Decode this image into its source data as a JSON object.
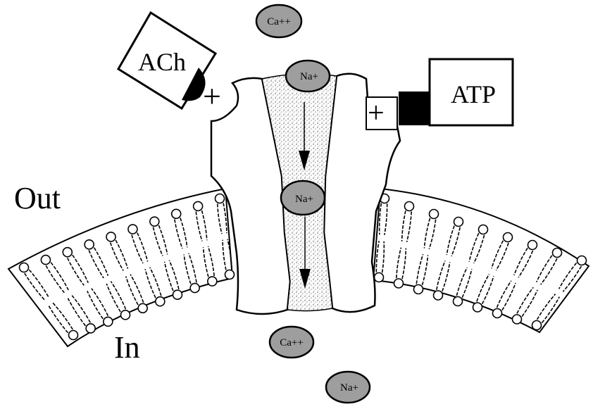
{
  "labels": {
    "out": "Out",
    "in": "In",
    "ach": "ACh",
    "atp": "ATP",
    "plus_ach": "+",
    "plus_atp": "+"
  },
  "ions": [
    {
      "id": "ca-top",
      "label": "Ca++"
    },
    {
      "id": "na-entry",
      "label": "Na+"
    },
    {
      "id": "na-pore",
      "label": "Na+"
    },
    {
      "id": "ca-bottom",
      "label": "Ca++"
    },
    {
      "id": "na-bottom",
      "label": "Na+"
    }
  ],
  "colors": {
    "ion_fill": "#9e9e9e",
    "outline": "#000000",
    "background": "#ffffff",
    "pore_stipple": "#000000"
  }
}
